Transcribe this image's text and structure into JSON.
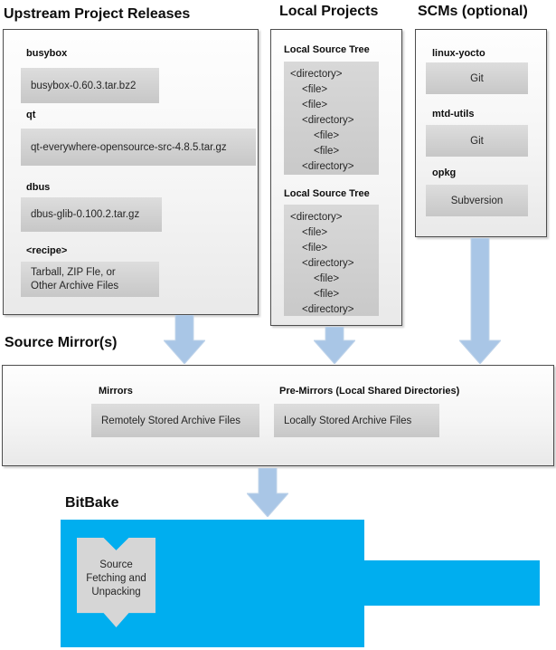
{
  "colors": {
    "bitbake_fill": "#00aeef",
    "arrow_fill": "#a9c6e6",
    "gray_box_fill": "#d2d2d2",
    "panel_border": "#4d4d4d"
  },
  "upstream": {
    "title": "Upstream Project Releases",
    "items": [
      {
        "label": "busybox",
        "value": "busybox-0.60.3.tar.bz2"
      },
      {
        "label": "qt",
        "value": "qt-everywhere-opensource-src-4.8.5.tar.gz"
      },
      {
        "label": "dbus",
        "value": "dbus-glib-0.100.2.tar.gz"
      },
      {
        "label": "<recipe>",
        "value_lines": [
          "Tarball, ZIP Fle, or",
          "Other Archive Files"
        ]
      }
    ]
  },
  "local_projects": {
    "title": "Local Projects",
    "trees": [
      {
        "label": "Local Source Tree",
        "lines": [
          {
            "t": "<directory>",
            "i": 0
          },
          {
            "t": "<file>",
            "i": 1
          },
          {
            "t": "<file>",
            "i": 1
          },
          {
            "t": "<directory>",
            "i": 1
          },
          {
            "t": "<file>",
            "i": 2
          },
          {
            "t": "<file>",
            "i": 2
          },
          {
            "t": "<directory>",
            "i": 1
          }
        ]
      },
      {
        "label": "Local Source Tree",
        "lines": [
          {
            "t": "<directory>",
            "i": 0
          },
          {
            "t": "<file>",
            "i": 1
          },
          {
            "t": "<file>",
            "i": 1
          },
          {
            "t": "<directory>",
            "i": 1
          },
          {
            "t": "<file>",
            "i": 2
          },
          {
            "t": "<file>",
            "i": 2
          },
          {
            "t": "<directory>",
            "i": 1
          }
        ]
      }
    ]
  },
  "scms": {
    "title": "SCMs (optional)",
    "items": [
      {
        "label": "linux-yocto",
        "value": "Git"
      },
      {
        "label": "mtd-utils",
        "value": "Git"
      },
      {
        "label": "opkg",
        "value": "Subversion"
      }
    ]
  },
  "source_mirrors": {
    "title": "Source Mirror(s)",
    "mirrors_label": "Mirrors",
    "mirrors_value": "Remotely Stored Archive Files",
    "premirrors_label": "Pre-Mirrors (Local Shared Directories)",
    "premirrors_value": "Locally Stored Archive Files"
  },
  "bitbake": {
    "title": "BitBake",
    "banner_lines": [
      "Source",
      "Fetching and",
      "Unpacking"
    ]
  }
}
